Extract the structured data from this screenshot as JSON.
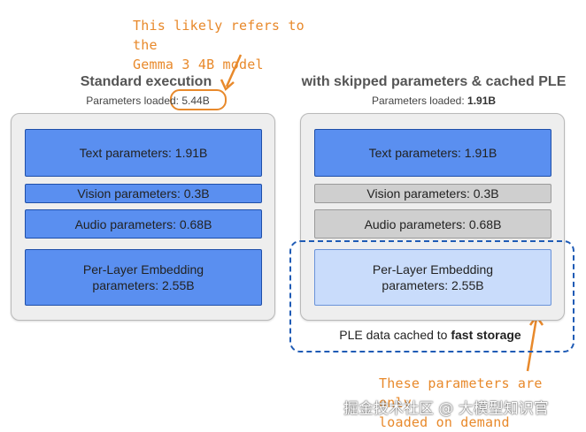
{
  "annotation_top": {
    "line1": "This likely refers to the",
    "line2": "Gemma 3 4B model"
  },
  "left": {
    "title": "Standard execution",
    "params_label": "Parameters loaded:",
    "params_value": "5.44B",
    "blocks": {
      "text": "Text parameters: 1.91B",
      "vision": "Vision parameters: 0.3B",
      "audio": "Audio parameters: 0.68B",
      "ple_line1": "Per-Layer Embedding",
      "ple_line2": "parameters: 2.55B"
    }
  },
  "right": {
    "title": "with skipped parameters & cached PLE",
    "params_label": "Parameters loaded:",
    "params_value": "1.91B",
    "blocks": {
      "text": "Text parameters: 1.91B",
      "vision": "Vision parameters: 0.3B",
      "audio": "Audio parameters: 0.68B",
      "ple_line1": "Per-Layer Embedding",
      "ple_line2": "parameters: 2.55B"
    },
    "cache_note_prefix": "PLE data cached to",
    "cache_note_bold": "fast storage"
  },
  "annotation_bottom": {
    "line1": "These parameters are only",
    "line2": "loaded on demand"
  },
  "watermark": "掘金技术社区 @ 大模型知识官",
  "colors": {
    "annotation": "#e8892b",
    "active_block": "#5a8ff0",
    "skipped_block": "#cfcfcf",
    "cached_block": "#c9dcfb",
    "dashed_border": "#1f5bb5"
  }
}
